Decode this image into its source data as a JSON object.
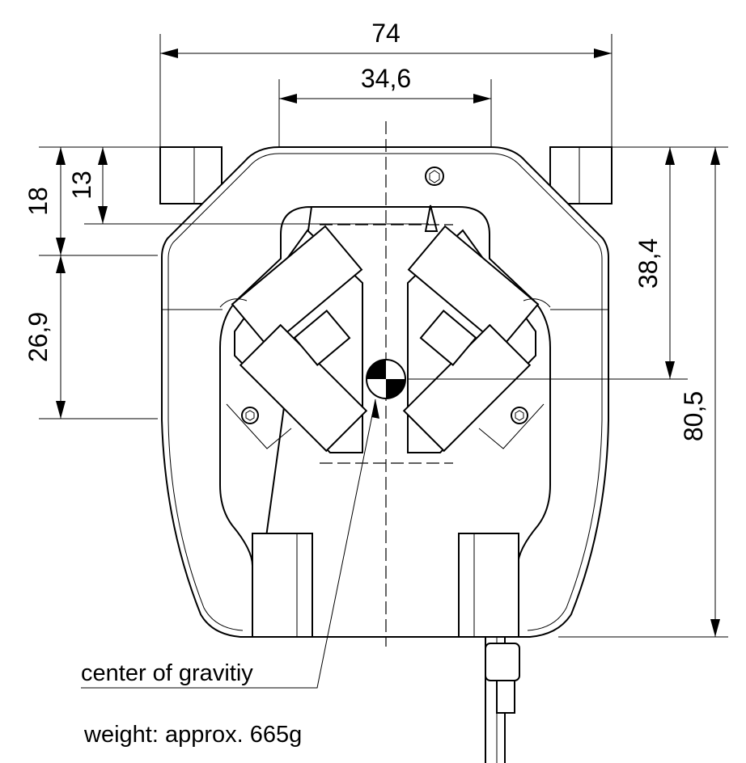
{
  "dimensions": {
    "overall_width": "74",
    "inner_width": "34,6",
    "height_18": "18",
    "height_13": "13",
    "height_26_9": "26,9",
    "height_38_4": "38,4",
    "overall_height": "80,5"
  },
  "notes": {
    "center_of_gravity": "center of gravitiy",
    "weight": "weight: approx. 665g"
  }
}
